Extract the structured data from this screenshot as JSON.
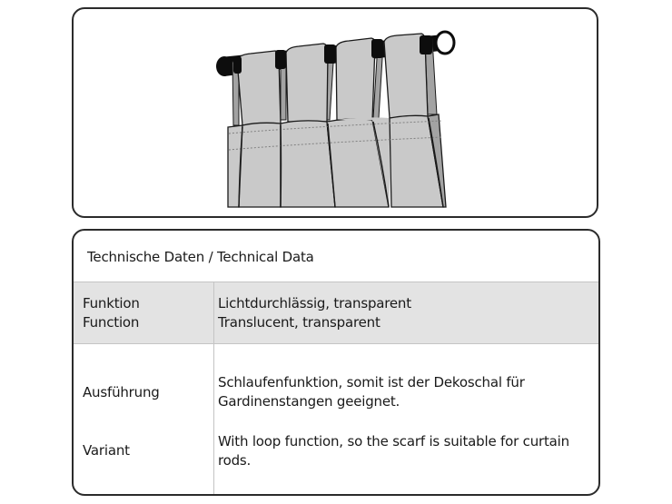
{
  "title": "Technische Daten / Technical Data",
  "rows": {
    "function": {
      "label_de": "Funktion",
      "label_en": "Function",
      "value_de": "Lichtdurchlässig, transparent",
      "value_en": "Translucent, transparent"
    },
    "variant": {
      "label_de": "Ausführung",
      "label_en": "Variant",
      "value_de_line1": "Schlaufenfunktion, somit ist der Dekoschal für",
      "value_de_line2": "Gardinenstangen geeignet.",
      "value_en_line1": "With loop function, so the scarf is suitable for curtain",
      "value_en_line2": "rods."
    }
  },
  "illustration": {
    "icon": "curtain-with-loops-on-rod",
    "colors": {
      "fabric": "#c9c9c9",
      "fabric_shadow": "#a3a3a3",
      "rod": "#0d0d0d",
      "outline": "#1a1a1a",
      "seam": "#808080"
    }
  }
}
